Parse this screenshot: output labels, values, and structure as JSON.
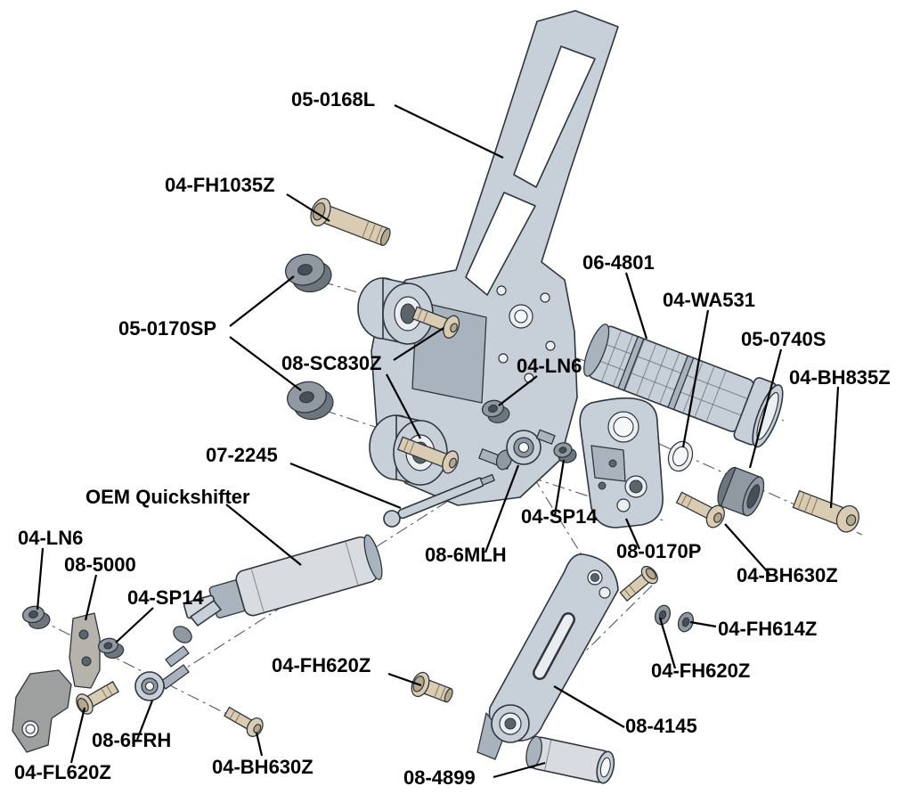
{
  "diagram_type": "exploded-parts-diagram",
  "colors": {
    "background": "#ffffff",
    "outline": "#2f353c",
    "part_fill": "#c7cfd9",
    "part_shade": "#a9b3be",
    "light_fill": "#d8dce0",
    "fastener_tan": "#d9ccb2",
    "fastener_tan_dark": "#b6a88c",
    "spacer_gray": "#9099a1",
    "spacer_gray_dark": "#6d757d",
    "label_color": "#000000",
    "leader_color": "#000000"
  },
  "labels": [
    {
      "text": "05-0168L"
    },
    {
      "text": "04-FH1035Z"
    },
    {
      "text": "05-0170SP"
    },
    {
      "text": "08-SC830Z"
    },
    {
      "text": "06-4801"
    },
    {
      "text": "04-WA531"
    },
    {
      "text": "05-0740S"
    },
    {
      "text": "04-BH835Z"
    },
    {
      "text": "04-LN6"
    },
    {
      "text": "07-2245"
    },
    {
      "text": "OEM Quickshifter"
    },
    {
      "text": "04-LN6"
    },
    {
      "text": "08-5000"
    },
    {
      "text": "04-SP14"
    },
    {
      "text": "04-SP14"
    },
    {
      "text": "08-6MLH"
    },
    {
      "text": "08-0170P"
    },
    {
      "text": "04-BH630Z"
    },
    {
      "text": "04-FH614Z"
    },
    {
      "text": "04-FH620Z"
    },
    {
      "text": "04-FH620Z"
    },
    {
      "text": "08-4145"
    },
    {
      "text": "08-4899"
    },
    {
      "text": "08-6FRH"
    },
    {
      "text": "04-FL620Z"
    },
    {
      "text": "04-BH630Z"
    }
  ]
}
